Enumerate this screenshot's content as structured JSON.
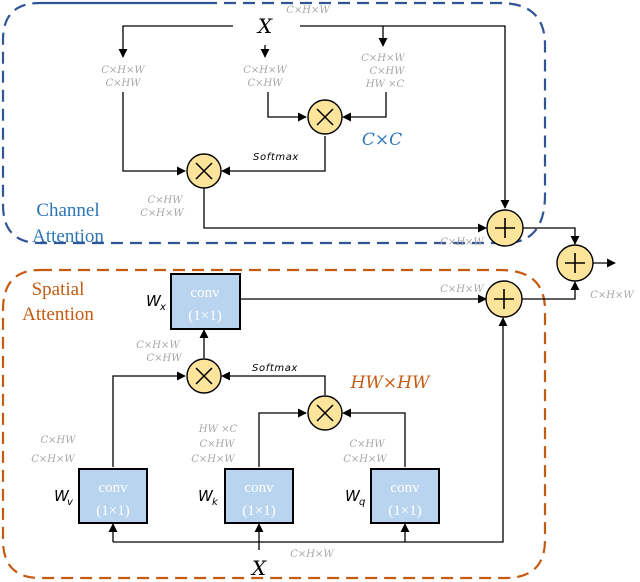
{
  "colors": {
    "channel_border": "#2f5597",
    "channel_text": "#2e75b6",
    "spatial_border": "#c55a11",
    "spatial_text": "#c55a11",
    "node_fill": "#fde49b",
    "conv_fill": "#b9d4ee",
    "dim_text": "#a6a6a6"
  },
  "channel": {
    "label_line1": "Channel",
    "label_line2": "Attention",
    "input": "X",
    "input_dim": "C×H×W",
    "branch_left": [
      "C×H×W",
      "C×HW"
    ],
    "branch_mid": [
      "C×H×W",
      "C×HW"
    ],
    "branch_right": [
      "C×H×W",
      "C×HW",
      "HW ×C"
    ],
    "attention_dim": "C×C",
    "softmax": "Softmax",
    "mult_out": [
      "C×HW",
      "C×H×W"
    ],
    "sum_out": "C×H×W"
  },
  "spatial": {
    "label_line1": "Spatial",
    "label_line2": "Attention",
    "input": "X",
    "input_dim": "C×H×W",
    "wx": {
      "name": "W",
      "sub": "x",
      "line1": "conv",
      "line2": "(1×1)"
    },
    "wv": {
      "name": "W",
      "sub": "v",
      "line1": "conv",
      "line2": "(1×1)"
    },
    "wk": {
      "name": "W",
      "sub": "k",
      "line1": "conv",
      "line2": "(1×1)"
    },
    "wq": {
      "name": "W",
      "sub": "q",
      "line1": "conv",
      "line2": "(1×1)"
    },
    "v_dims": [
      "C×HW",
      "C×H×W"
    ],
    "k_dims": [
      "HW ×C",
      "C×HW",
      "C×H×W"
    ],
    "q_dims": [
      "C×HW",
      "C×H×W"
    ],
    "attention_dim": "HW×HW",
    "softmax": "Softmax",
    "mult_out": [
      "C×H×W",
      "C×HW"
    ],
    "sum_out": "C×H×W"
  },
  "output_dim": "C×H×W",
  "symbols": {
    "multiply": "×",
    "add": "+"
  }
}
